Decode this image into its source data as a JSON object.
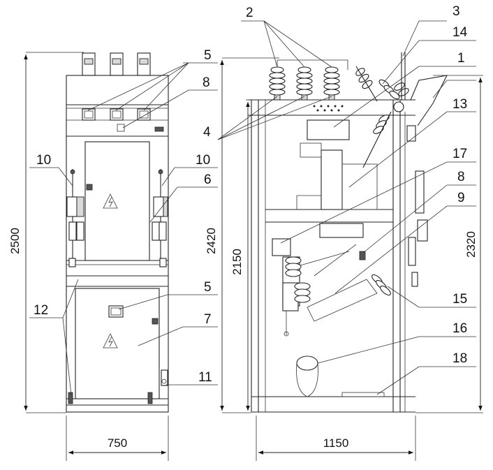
{
  "dimensions": {
    "height_2500": "2500",
    "height_2420": "2420",
    "height_2150": "2150",
    "height_2320": "2320",
    "width_750": "750",
    "width_1150": "1150"
  },
  "callouts": {
    "c1": "1",
    "c2": "2",
    "c3": "3",
    "c4": "4",
    "c5_top": "5",
    "c5_bottom": "5",
    "c6": "6",
    "c7": "7",
    "c8_front": "8",
    "c8_side": "8",
    "c9": "9",
    "c10_left": "10",
    "c10_right": "10",
    "c11": "11",
    "c12": "12",
    "c13": "13",
    "c14": "14",
    "c15": "15",
    "c16": "16",
    "c17": "17",
    "c18": "18"
  }
}
